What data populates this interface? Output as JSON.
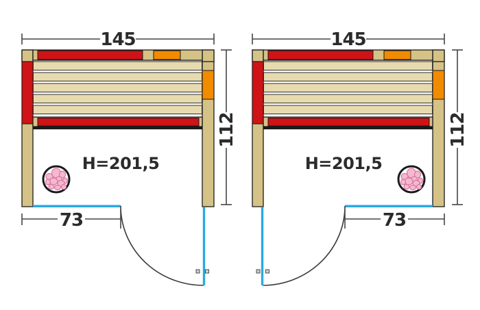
{
  "colors": {
    "wood": "#d5c286",
    "wood_light": "#e7daae",
    "heater_red": "#cf1317",
    "heater_orange": "#f18b00",
    "glass_blue": "#29aae1",
    "stone_fill": "#f4b9cf",
    "stone_stroke": "#d977a2",
    "outline": "#1a1a1a",
    "dim_line": "#454545",
    "label": "#2b2b2b"
  },
  "saunas": [
    {
      "id": "left",
      "width_label": "145",
      "depth_label": "112",
      "height_label": "H=201,5",
      "door_width_label": "73",
      "door_hinge": "right",
      "stones_symbol": "bottom-left"
    },
    {
      "id": "right",
      "width_label": "145",
      "depth_label": "112",
      "height_label": "H=201,5",
      "door_width_label": "73",
      "door_hinge": "left",
      "stones_symbol": "bottom-right"
    }
  ]
}
